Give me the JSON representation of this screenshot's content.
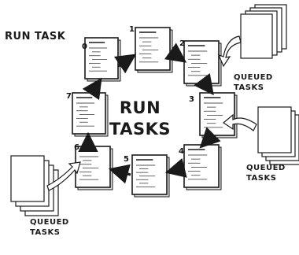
{
  "labels": {
    "run_task": "RUN TASK",
    "center_line1": "RUN",
    "center_line2": "TASKS",
    "queued_1_line1": "QUEUED",
    "queued_1_line2": "TASKS",
    "queued_2_line1": "QUEUED",
    "queued_2_line2": "TASKS",
    "queued_3_line1": "QUEUED",
    "queued_3_line2": "TASKS"
  },
  "task_numbers": [
    "0",
    "1",
    "2",
    "3",
    "4",
    "5",
    "6",
    "7"
  ],
  "colors": {
    "ink": "#1a1a1a",
    "paper": "#ffffff",
    "text_lines": "#555555"
  }
}
